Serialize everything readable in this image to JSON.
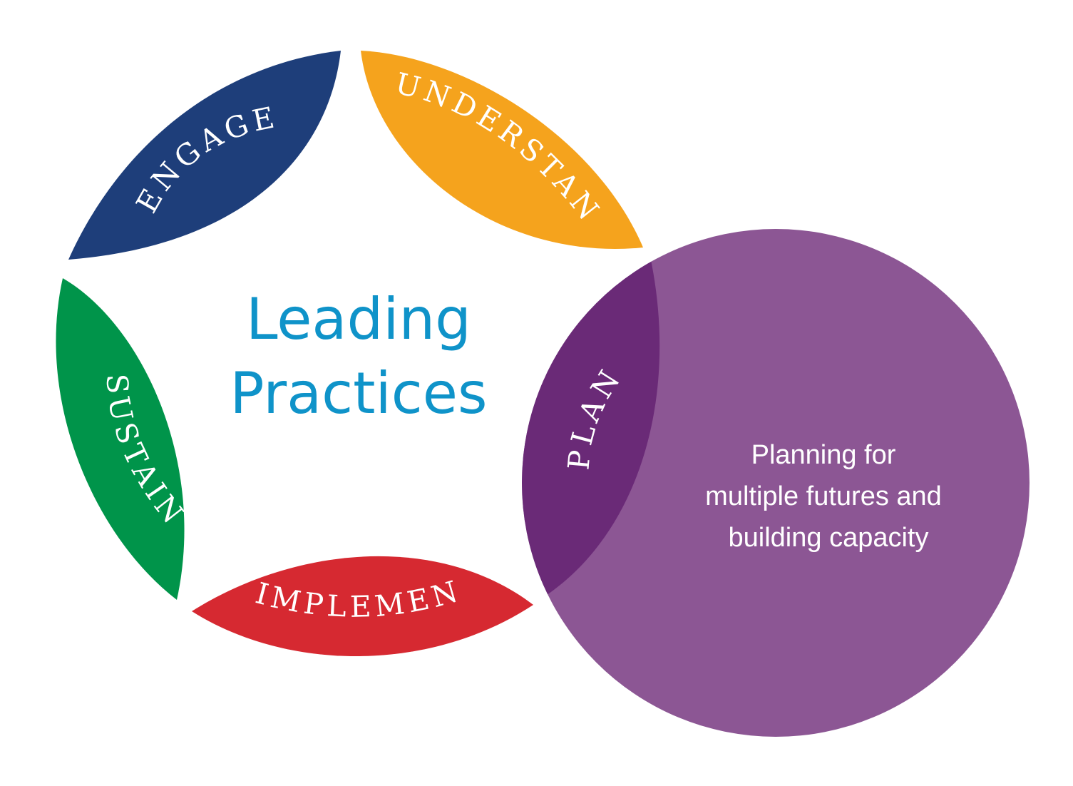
{
  "title": {
    "line1": "Leading",
    "line2": "Practices"
  },
  "stages": {
    "engage": {
      "label": "ENGAGE",
      "color": "#1e3e7a"
    },
    "understand": {
      "label": "UNDERSTAND",
      "color": "#f5a31d"
    },
    "sustain": {
      "label": "SUSTAIN",
      "color": "#00944a"
    },
    "implement": {
      "label": "IMPLEMENT",
      "color": "#d62931"
    },
    "plan": {
      "label": "PLAN",
      "color": "#6a2a77"
    }
  },
  "highlight": {
    "color": "#8c5694",
    "description": {
      "line1": "Planning for",
      "line2": "multiple futures and",
      "line3": "building capacity"
    }
  },
  "title_color": "#0f93c9"
}
